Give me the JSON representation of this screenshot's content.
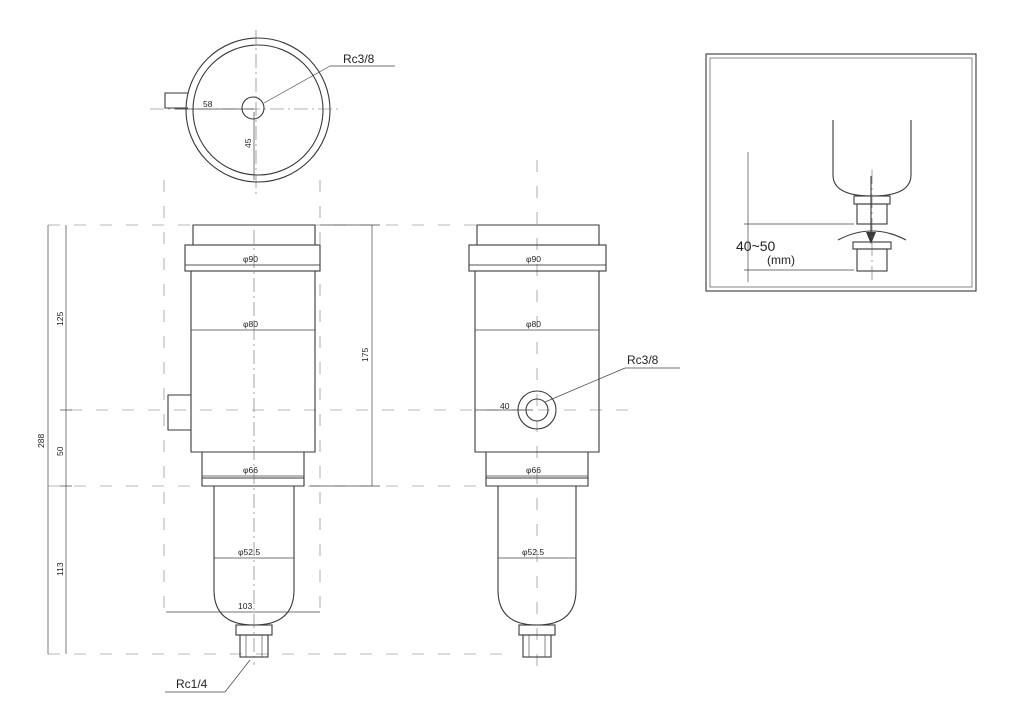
{
  "top_view": {
    "port_label": "Rc3/8",
    "offset_h": "58",
    "offset_v": "45"
  },
  "front_view": {
    "d_head": "φ90",
    "d_body": "φ80",
    "d_neck": "φ66",
    "d_bowl": "φ52.5",
    "width": "103",
    "height_125": "125",
    "height_50": "50",
    "height_113": "113",
    "height_total": "288",
    "height_175": "175",
    "drain_label": "Rc1/4"
  },
  "side_view": {
    "d_head": "φ90",
    "d_body": "φ80",
    "d_neck": "φ66",
    "d_bowl": "φ52.5",
    "port_offset": "40",
    "port_label": "Rc3/8"
  },
  "inset": {
    "clearance": "40~50",
    "unit": "(mm)"
  }
}
